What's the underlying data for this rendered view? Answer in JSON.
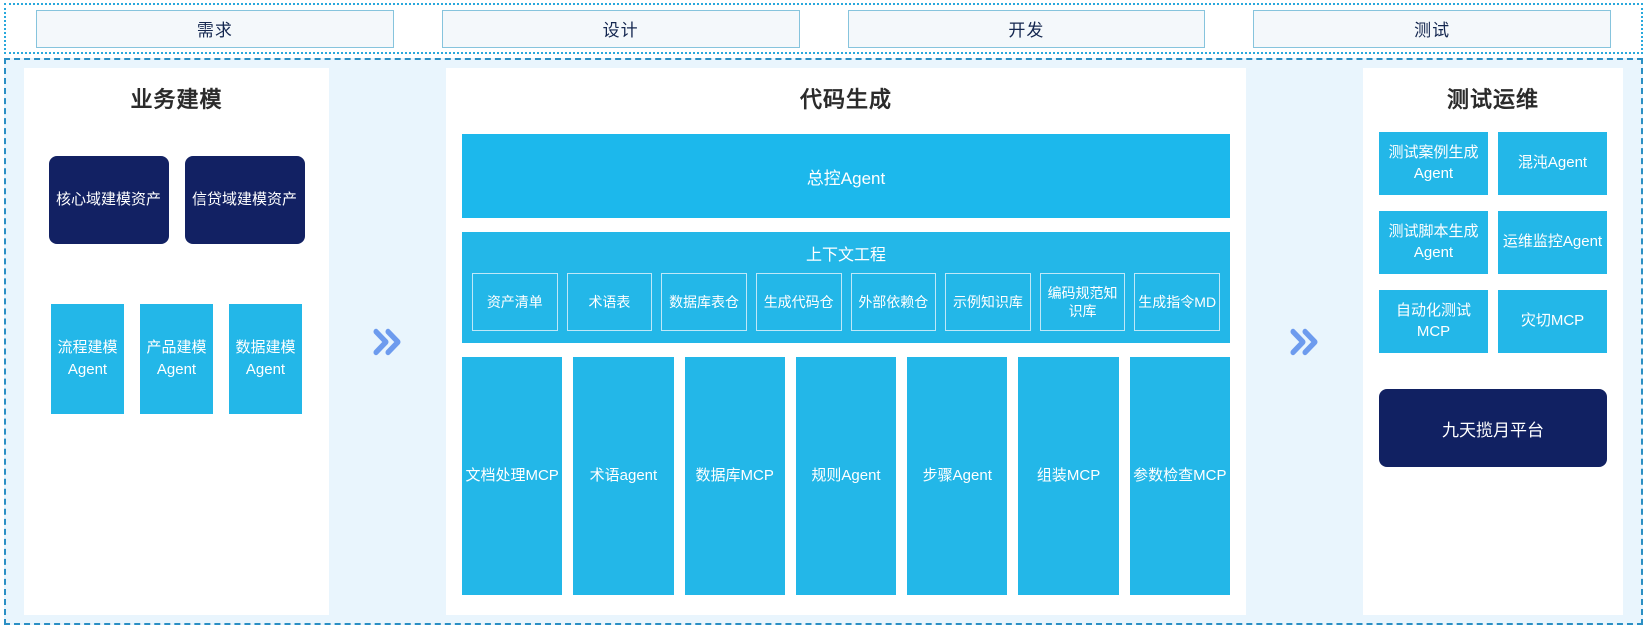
{
  "phases": [
    {
      "label": "需求"
    },
    {
      "label": "设计"
    },
    {
      "label": "开发"
    },
    {
      "label": "测试"
    }
  ],
  "arrow_glyph": "››",
  "left_panel": {
    "title": "业务建模",
    "assets": [
      {
        "label": "核心域建模资产"
      },
      {
        "label": "信贷域建模资产"
      }
    ],
    "agents": [
      {
        "label": "流程建模Agent"
      },
      {
        "label": "产品建模Agent"
      },
      {
        "label": "数据建模Agent"
      }
    ]
  },
  "center_panel": {
    "title": "代码生成",
    "master_agent": "总控Agent",
    "context": {
      "title": "上下文工程",
      "items": [
        {
          "label": "资产清单"
        },
        {
          "label": "术语表"
        },
        {
          "label": "数据库表仓"
        },
        {
          "label": "生成代码仓"
        },
        {
          "label": "外部依赖仓"
        },
        {
          "label": "示例知识库"
        },
        {
          "label": "编码规范知识库"
        },
        {
          "label": "生成指令MD"
        }
      ]
    },
    "tools": [
      {
        "label": "文档处理MCP"
      },
      {
        "label": "术语agent"
      },
      {
        "label": "数据库MCP"
      },
      {
        "label": "规则Agent"
      },
      {
        "label": "步骤Agent"
      },
      {
        "label": "组装MCP"
      },
      {
        "label": "参数检查MCP"
      }
    ]
  },
  "right_panel": {
    "title": "测试运维",
    "items": [
      {
        "label": "测试案例生成Agent"
      },
      {
        "label": "混沌Agent"
      },
      {
        "label": "测试脚本生成Agent"
      },
      {
        "label": "运维监控Agent"
      },
      {
        "label": "自动化测试MCP"
      },
      {
        "label": "灾切MCP"
      }
    ],
    "platform": "九天揽月平台"
  },
  "colors": {
    "cyan": "#23b7e8",
    "navy": "#122163",
    "arrow": "#6d9bee",
    "frame_bg": "#e9f5fd",
    "border_dash": "#2a8fc4"
  }
}
